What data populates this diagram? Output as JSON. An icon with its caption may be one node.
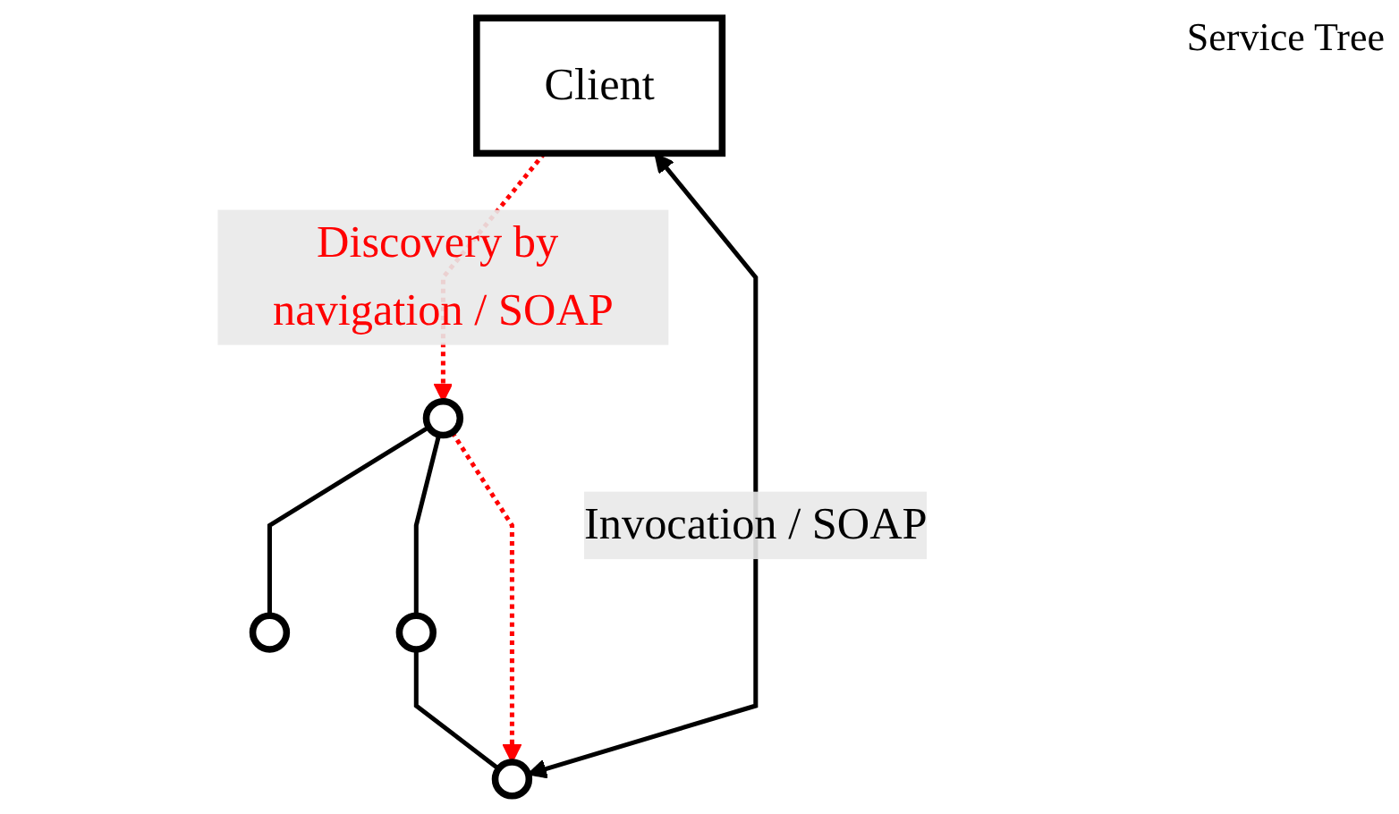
{
  "diagram": {
    "nodes": [
      {
        "text": [],
        "shape": "circle"
      },
      {
        "text": [],
        "shape": "circle"
      },
      {
        "text": [],
        "shape": "circle"
      },
      {
        "text": [],
        "shape": "circle"
      },
      {
        "text": [
          "Client"
        ]
      }
    ],
    "edges": [
      {
        "from": 0,
        "to": 1,
        "arrow": "none"
      },
      {
        "from": 0,
        "to": 2,
        "arrow": "none"
      },
      {
        "from": 2,
        "to": 3,
        "arrow": "none"
      },
      {
        "from": 4,
        "to": 0,
        "arrow": "to",
        "label": "Discovery by navigation / SOAP",
        "style": "dashed",
        "color": "#ff0000"
      },
      {
        "from": 0,
        "to": 3,
        "arrow": "to",
        "style": "dashed",
        "color": "#ff0000"
      },
      {
        "from": 4,
        "to": 3,
        "arrow": "both",
        "label": "Invocation / SOAP"
      }
    ],
    "labels": [
      "Service Tree"
    ]
  }
}
